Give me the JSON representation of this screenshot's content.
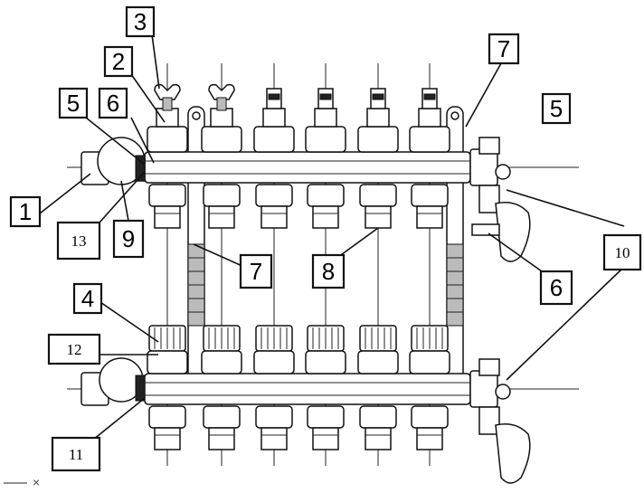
{
  "labels": {
    "l1": "1",
    "l2": "2",
    "l3": "3",
    "l4": "4",
    "l5a": "5",
    "l5b": "5",
    "l6a": "6",
    "l6b": "6",
    "l7a": "7",
    "l7b": "7",
    "l8": "8",
    "l9": "9",
    "l10": "10",
    "l11": "11",
    "l12": "12",
    "l13": "13"
  },
  "corner_mark": "×",
  "outlets_per_bar": 6
}
